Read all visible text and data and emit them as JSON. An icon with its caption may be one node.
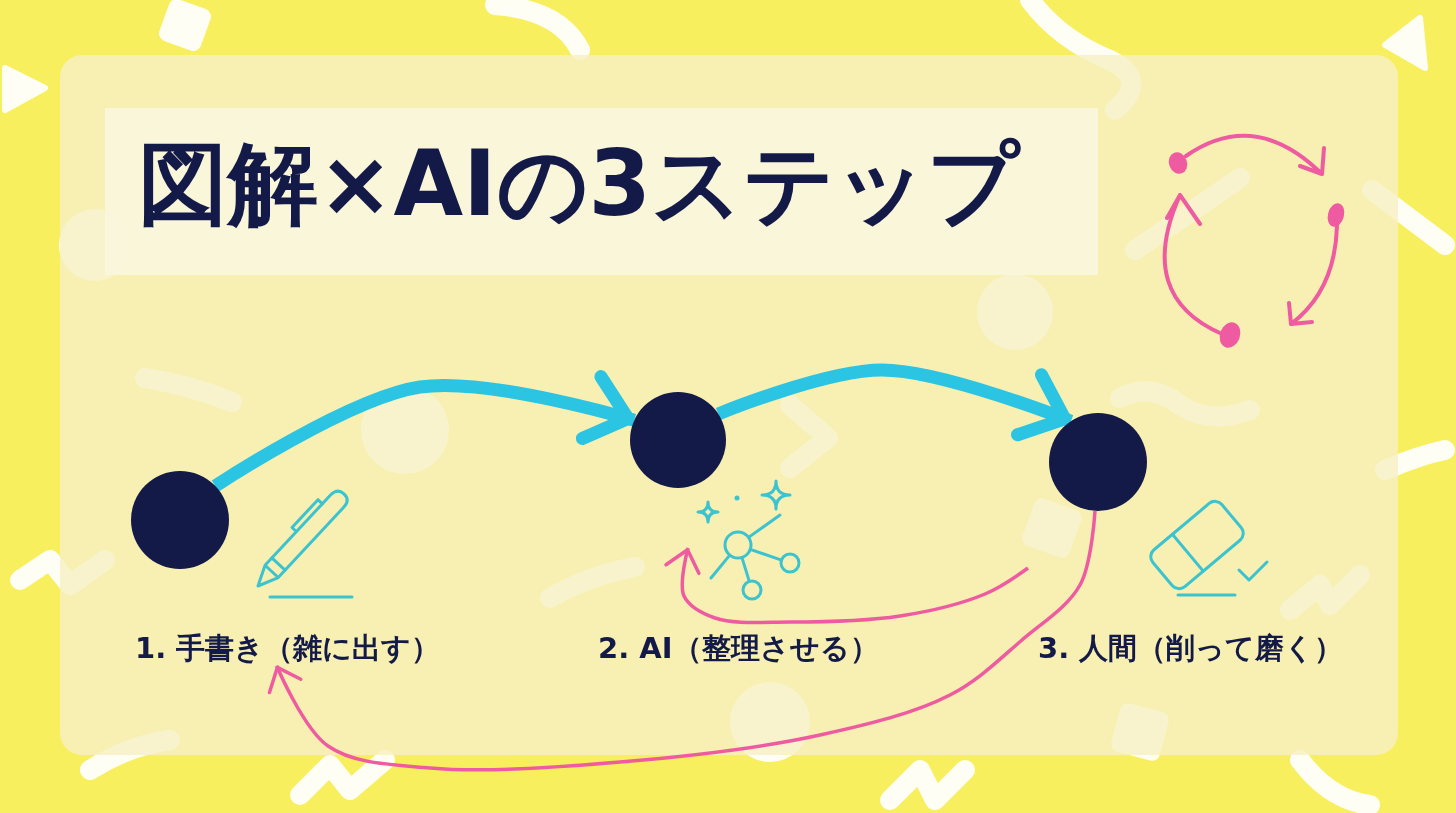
{
  "diagram": {
    "title": "図解×AIの3ステップ",
    "nodes": [
      {
        "text": [],
        "shape": "circle"
      },
      {
        "text": [],
        "shape": "circle"
      },
      {
        "text": [],
        "shape": "circle"
      },
      {
        "text": [],
        "shape": "picture"
      },
      {
        "text": [],
        "shape": "picture"
      },
      {
        "text": [],
        "shape": "picture"
      },
      {
        "text": [
          "1. 手書き（雑に出す）"
        ]
      },
      {
        "text": [
          "2. AI（整理させる）"
        ]
      },
      {
        "text": [
          "3. 人間（削って磨く）"
        ]
      }
    ],
    "edges": [
      {
        "from": 0,
        "to": 1,
        "arrow": "to",
        "style": "thick",
        "color": "#2bc4e2"
      },
      {
        "from": 1,
        "to": 2,
        "arrow": "to",
        "style": "thick",
        "color": "#2bc4e2"
      },
      {
        "from": null,
        "to": 4,
        "arrow": "to",
        "color": "#ef5ba1"
      },
      {
        "from": 2,
        "to": 6,
        "arrow": "to",
        "color": "#ef5ba1"
      }
    ]
  }
}
